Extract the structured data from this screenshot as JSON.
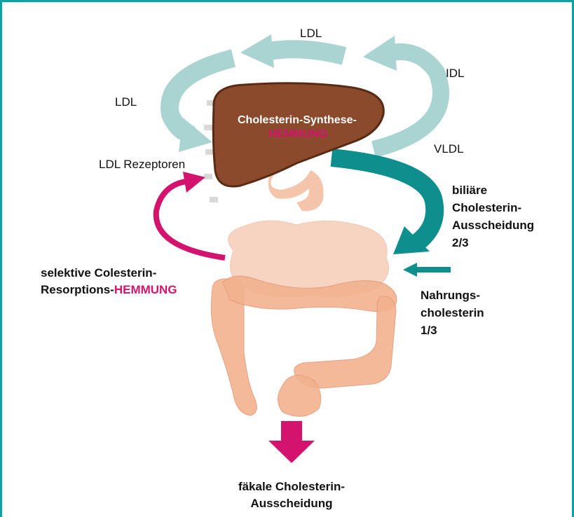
{
  "colors": {
    "frame": "#0aa3a3",
    "pale_arrow": "#a9d4d2",
    "teal_arrow": "#0f8e8e",
    "magenta": "#d4136e",
    "liver": "#8b4a2b",
    "intestine": "#f2b28f"
  },
  "labels": {
    "ldl_top": "LDL",
    "idl": "IDL",
    "ldl_left": "LDL",
    "vldl": "VLDL",
    "ldl_receptors": "LDL Rezeptoren",
    "liver_line1": "Cholesterin-Synthese-",
    "liver_line2": "HEMMUNG",
    "biliary": [
      "biliäre",
      "Cholesterin-",
      "Ausscheidung",
      "2/3"
    ],
    "dietary": [
      "Nahrungs-",
      "cholesterin",
      "1/3"
    ],
    "resorption_line1": "selektive Colesterin-",
    "resorption_line2_prefix": "Resorptions-",
    "resorption_line2_emph": "HEMMUNG",
    "fecal": [
      "fäkale Cholesterin-",
      "Ausscheidung"
    ]
  }
}
